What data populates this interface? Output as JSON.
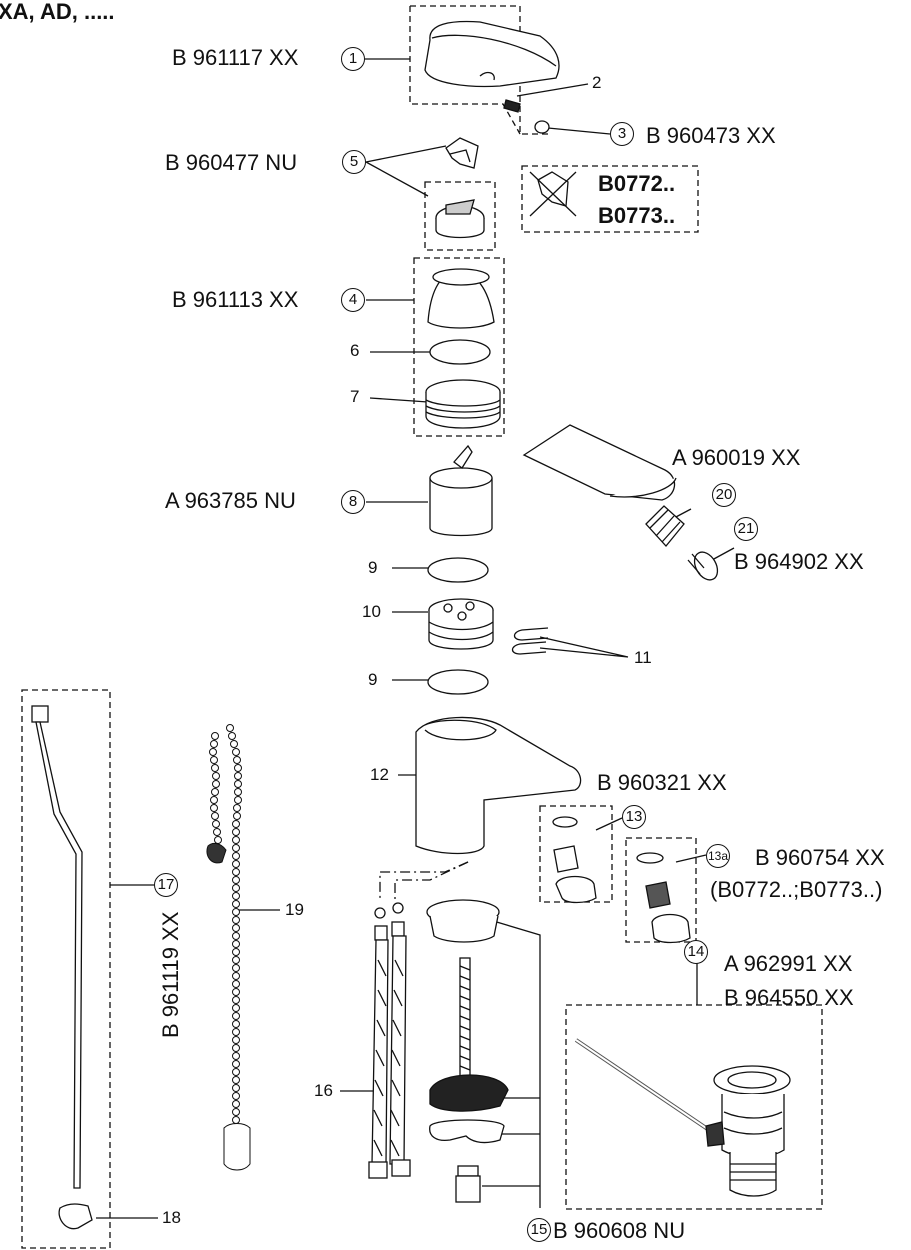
{
  "header_fragment": "XA, AD, .....",
  "part_codes": {
    "p1": "B 961117 XX",
    "p3": "B 960473 XX",
    "p5": "B 960477 NU",
    "p4": "B 961113 XX",
    "spout": "A 960019 XX",
    "p8": "A 963785 NU",
    "p21": "B 964902 XX",
    "p13": "B 960321 XX",
    "p13a": "B 960754 XX",
    "p13a_note": "(B0772..;B0773..)",
    "p14a": "A 962991 XX",
    "p14b": "B 964550 XX",
    "p15": "B 960608 NU",
    "p17": "B 961119 XX"
  },
  "excluded_models": [
    "B0772..",
    "B0773.."
  ],
  "item_numbers": {
    "n1": "1",
    "n2": "2",
    "n3": "3",
    "n4": "4",
    "n5": "5",
    "n6": "6",
    "n7": "7",
    "n8": "8",
    "n9a": "9",
    "n9b": "9",
    "n10": "10",
    "n11": "11",
    "n12": "12",
    "n13": "13",
    "n13a": "13a",
    "n14": "14",
    "n15": "15",
    "n16": "16",
    "n17": "17",
    "n18": "18",
    "n19": "19",
    "n20": "20",
    "n21": "21"
  }
}
